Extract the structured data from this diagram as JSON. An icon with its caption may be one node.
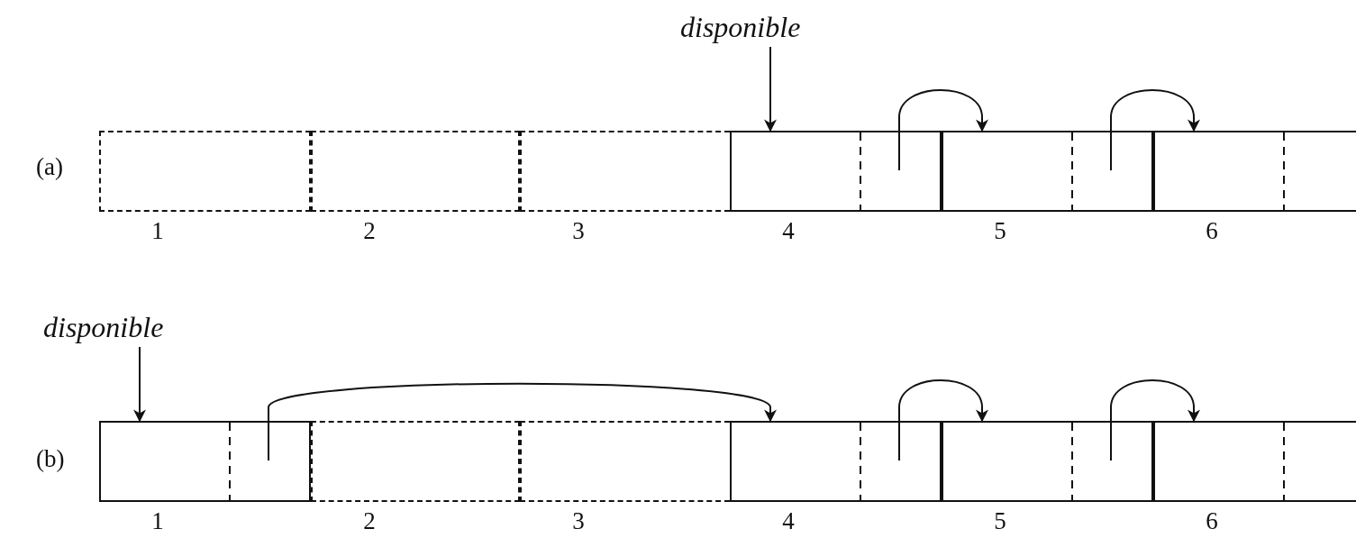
{
  "diagram": {
    "nodes": [
      {
        "text": [
          "disponible"
        ]
      },
      {
        "text": [],
        "shape": "box",
        "beside": [
          "1"
        ]
      },
      {
        "text": [],
        "shape": "box",
        "beside": [
          "2"
        ]
      },
      {
        "text": [],
        "shape": "box",
        "beside": [
          "3"
        ]
      },
      {
        "text": [],
        "shape": "box",
        "beside": [
          "4"
        ]
      },
      {
        "text": [],
        "shape": "box",
        "beside": [
          "5"
        ]
      },
      {
        "text": [],
        "shape": "box",
        "beside": [
          "6"
        ]
      },
      {
        "text": [
          "disponible"
        ]
      },
      {
        "text": [],
        "shape": "box",
        "beside": [
          "1"
        ]
      },
      {
        "text": [],
        "shape": "box",
        "beside": [
          "2"
        ]
      },
      {
        "text": [],
        "shape": "box",
        "beside": [
          "3"
        ]
      },
      {
        "text": [],
        "shape": "box",
        "beside": [
          "4"
        ]
      },
      {
        "text": [],
        "shape": "box",
        "beside": [
          "5"
        ]
      },
      {
        "text": [],
        "shape": "box",
        "beside": [
          "6"
        ]
      }
    ],
    "edges": [
      {
        "from": 0,
        "to": 4,
        "arrow": "to"
      },
      {
        "from": 4,
        "to": 5,
        "arrow": "to"
      },
      {
        "from": 5,
        "to": 6,
        "arrow": "to"
      },
      {
        "from": 7,
        "to": 8,
        "arrow": "to"
      },
      {
        "from": 8,
        "to": 11,
        "arrow": "to"
      },
      {
        "from": 11,
        "to": 12,
        "arrow": "to"
      },
      {
        "from": 12,
        "to": 13,
        "arrow": "to"
      }
    ],
    "labels": [
      "(a)",
      "(b)"
    ]
  }
}
